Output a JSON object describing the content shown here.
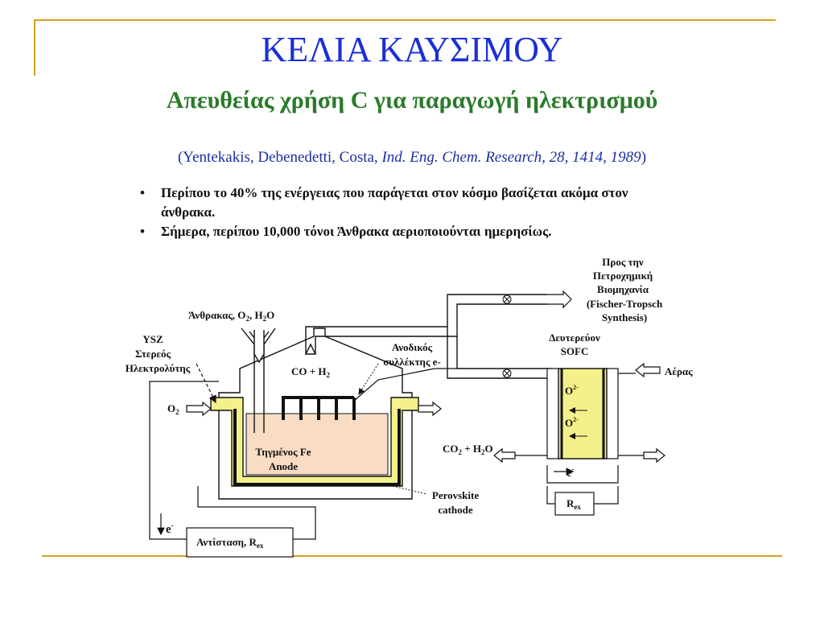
{
  "slide": {
    "title": "ΚΕΛΙΑ ΚΑΥΣΙΜΟΥ",
    "subtitle": "Απευθείας χρήση C για παραγωγή ηλεκτρισμού",
    "citation": {
      "open_paren": "(",
      "authors": "Yentekakis, Debenedetti, Costa, ",
      "journal": "Ind. Eng. Chem. Research, 28, 1414, 1989",
      "close_paren": ")"
    },
    "bullets": [
      {
        "marker": "•",
        "text": "Περίπου το 40% της ενέργειας που παράγεται στον κόσμο βασίζεται ακόμα στον άνθρακα."
      },
      {
        "marker": "•",
        "text": "Σήμερα, περίπου 10,000 τόνοι Άνθρακα αεριοποιούνται ημερησίως."
      }
    ]
  },
  "diagram": {
    "feed": {
      "base": "Άνθρακας, O",
      "sub1": "2",
      "mid": ", H",
      "sub2": "2",
      "end": "O"
    },
    "ysz": {
      "line1": "YSZ",
      "line2": "Στερεός",
      "line3": "Ηλεκτρολύτης"
    },
    "o2": {
      "base": "O",
      "sub": "2"
    },
    "gas": {
      "base": "CO + H",
      "sub": "2"
    },
    "anode_collector": {
      "line1": "Ανοδικός",
      "line2": "συλλέκτης e-"
    },
    "molten_fe": {
      "line1": "Τηγμένος  Fe",
      "line2": "Anode"
    },
    "perovskite": {
      "line1": "Perovskite",
      "line2": "cathode"
    },
    "electron": {
      "base": "e",
      "sup": "-"
    },
    "resistor": {
      "base": "Αντίσταση, R",
      "sub": "ex"
    },
    "petrochem": {
      "line1": "Προς την",
      "line2": "Πετροχημική",
      "line3": "Βιομηχανία",
      "line4": "(Fischer-Tropsch",
      "line5": "Synthesis)"
    },
    "secondary_sofc": {
      "line1": "Δευτερεύον",
      "line2": "SOFC"
    },
    "air": "Αέρας",
    "o2_ion": {
      "base": "O",
      "sup": "2-"
    },
    "co2_h2o": {
      "a": "CO",
      "sub1": "2",
      "b": " + H",
      "sub2": "2",
      "c": "O"
    },
    "rex_small": {
      "base": "R",
      "sub": "ex"
    },
    "colors": {
      "title": "#1a2fd6",
      "subtitle": "#2a7a2a",
      "citation": "#1a2fa0",
      "frame": "#d4a020",
      "ysz_fill": "#f4f08a",
      "melt_fill": "#f8dcc4"
    }
  }
}
